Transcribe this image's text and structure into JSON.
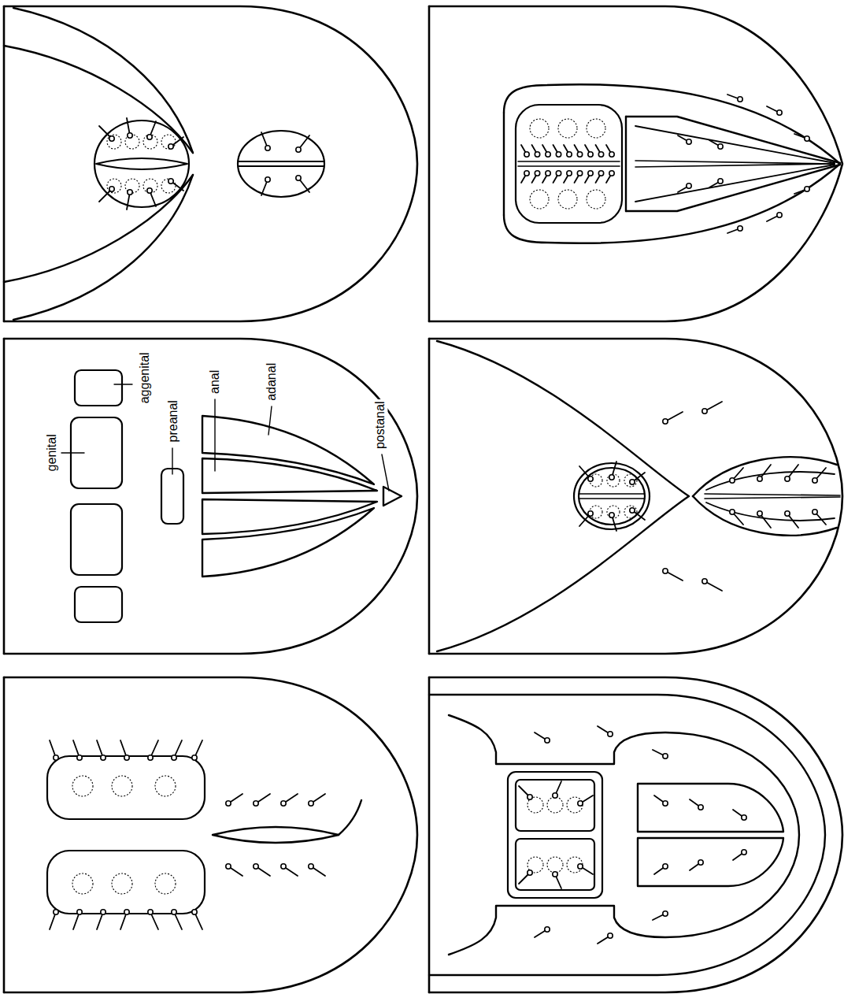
{
  "diagram": {
    "labels": [
      "aggenital",
      "genital",
      "preanal",
      "anal",
      "adanal",
      "postanal"
    ]
  }
}
